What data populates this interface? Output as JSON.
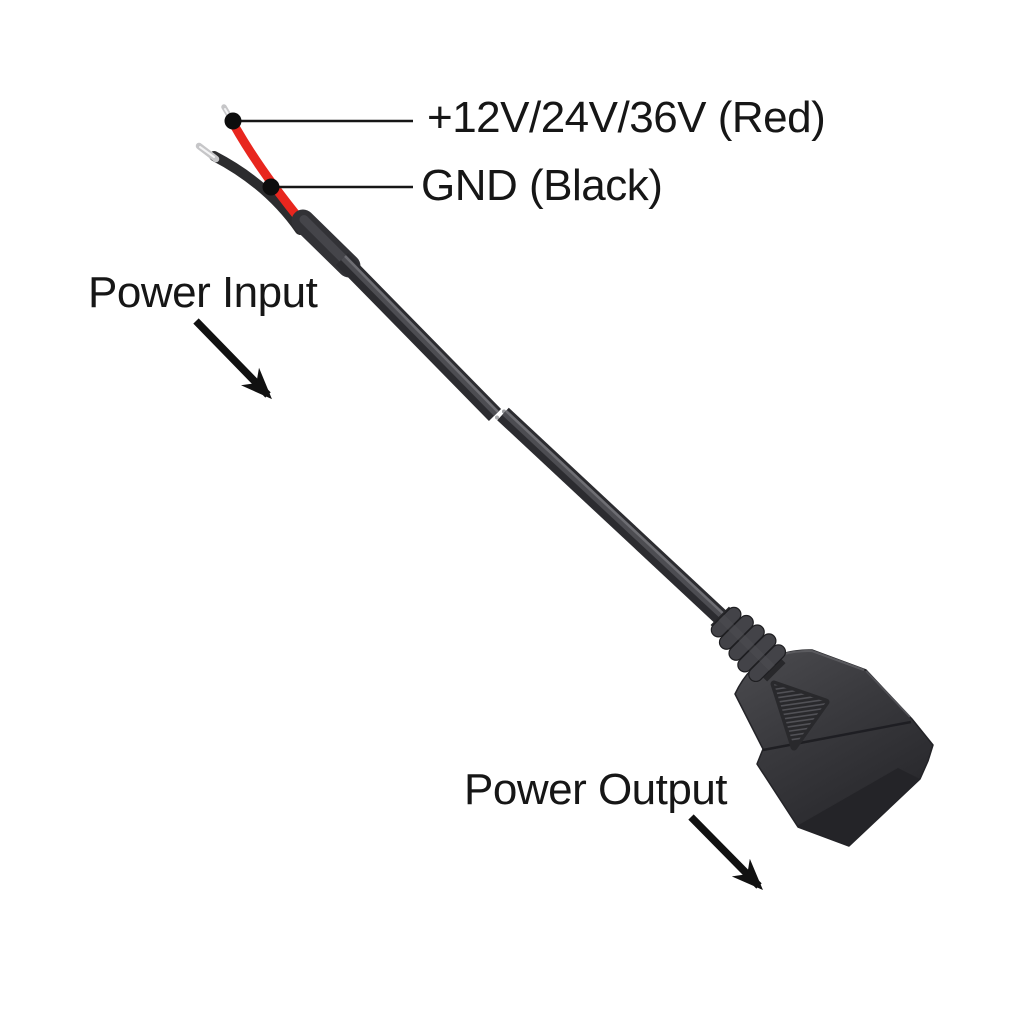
{
  "diagram": {
    "subject": "Power cable with bare wire leads and OBD-II style output connector",
    "background": "#ffffff"
  },
  "callouts": {
    "red_wire": {
      "label": "+12V/24V/36V (Red)",
      "target": "red-wire-bare-tip"
    },
    "gnd_wire": {
      "label": "GND (Black)",
      "target": "black-wire"
    }
  },
  "flow_labels": {
    "input": {
      "label": "Power Input",
      "arrow_direction": "down-right"
    },
    "output": {
      "label": "Power Output",
      "arrow_direction": "down-right"
    }
  },
  "colors": {
    "background": "#ffffff",
    "text": "#161616",
    "annotation": "#111111",
    "red_wire": "#e8261e",
    "black_wire": "#2c2c2e",
    "cable_jacket": "#2c2c30",
    "connector_body": "#3a3a3e",
    "bare_wire_tip": "#c6c6c8"
  }
}
